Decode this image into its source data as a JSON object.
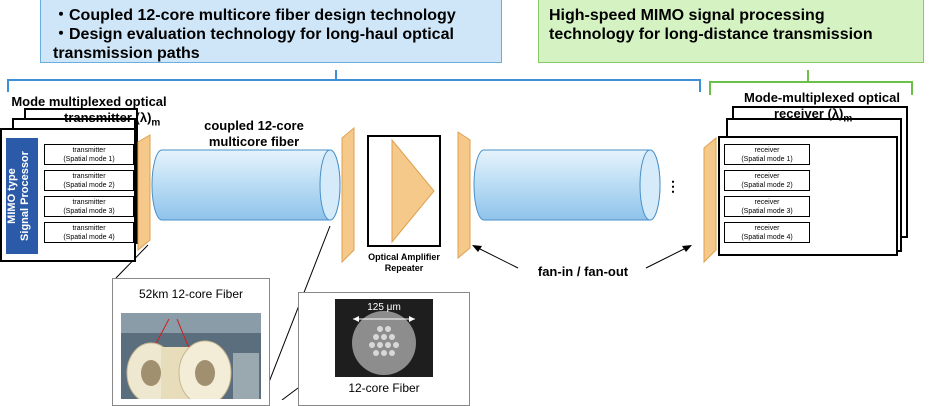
{
  "left_box": {
    "lines": [
      "・Coupled 12-core multicore fiber design technology",
      "・Design evaluation technology for long-haul optical",
      "transmission paths"
    ]
  },
  "right_box": {
    "lines": [
      "High-speed MIMO signal processing",
      "technology for long-distance transmission"
    ]
  },
  "transmitter": {
    "title_line1": "Mode multiplexed optical",
    "title_line2": "transmitter (λ)",
    "subscript": "m",
    "processor_line1": "MIMO type",
    "processor_line2": "Signal Processor",
    "units": [
      {
        "name": "transmitter",
        "mode": "(Spatial mode 1)"
      },
      {
        "name": "transmitter",
        "mode": "(Spatial mode 2)"
      },
      {
        "name": "transmitter",
        "mode": "(Spatial mode 3)"
      },
      {
        "name": "transmitter",
        "mode": "(Spatial mode 4)"
      }
    ]
  },
  "receiver": {
    "title_line1": "Mode-multiplexed optical",
    "title_line2": "receiver (λ)",
    "subscript": "m",
    "units": [
      {
        "name": "receiver",
        "mode": "(Spatial mode 1)"
      },
      {
        "name": "receiver",
        "mode": "(Spatial mode 2)"
      },
      {
        "name": "receiver",
        "mode": "(Spatial mode 3)"
      },
      {
        "name": "receiver",
        "mode": "(Spatial mode 4)"
      }
    ]
  },
  "fiber_label": [
    "coupled 12-core",
    "multicore fiber"
  ],
  "amplifier_label": [
    "Optical Amplifier",
    "Repeater"
  ],
  "fan_label": "fan-in / fan-out",
  "ellipsis": "⋮",
  "photo1_label": "52km 12-core Fiber",
  "photo2_label": "12-core Fiber",
  "dimension_label": "125 μm",
  "colors": {
    "blue_box": "#cfe6f8",
    "green_box": "#d4f2c2",
    "fiber": "#b9dcf4",
    "fan": "#f5c98a",
    "bracket_blue": "#3f8fd6",
    "bracket_green": "#6cc04a",
    "mimo_red": "#e02020"
  }
}
